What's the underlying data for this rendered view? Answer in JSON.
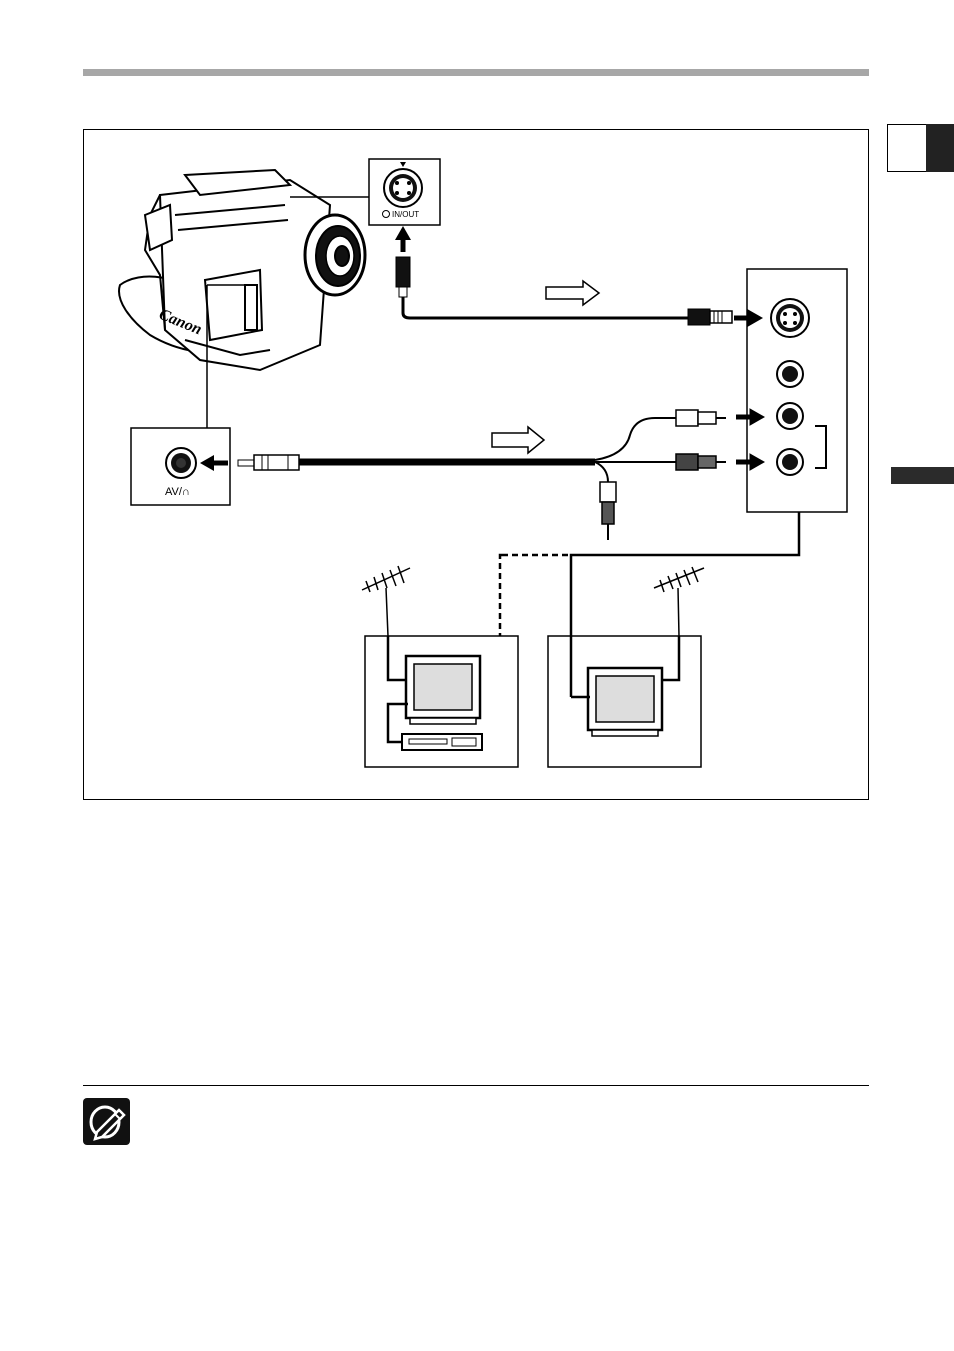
{
  "diagram": {
    "camcorder": {
      "brand_text": "Canon"
    },
    "s_video_terminal": {
      "label": "IN/OUT"
    },
    "av_terminal": {
      "label": "AV/∩"
    }
  },
  "icons": [
    "camcorder-icon",
    "s-video-jack-icon",
    "av-jack-icon",
    "antenna-icon",
    "tv-icon",
    "vcr-icon",
    "note-pencil-icon",
    "signal-direction-arrow-icon"
  ]
}
